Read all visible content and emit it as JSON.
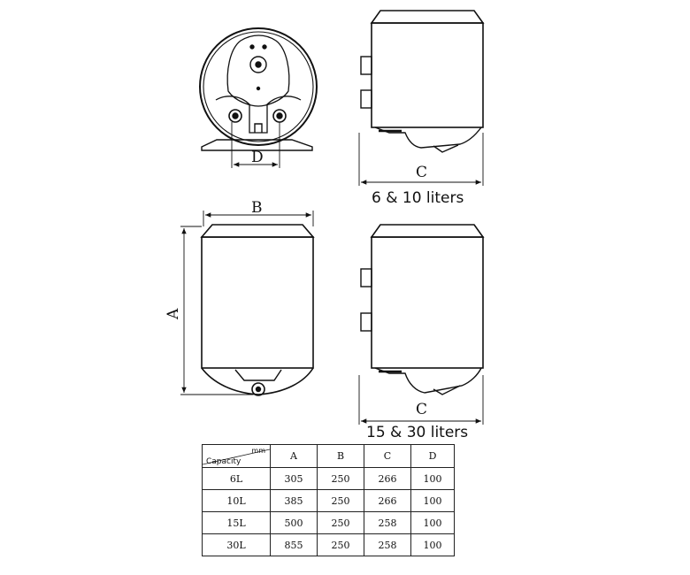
{
  "dimension_labels": {
    "top_view_d": "D",
    "side_top_c": "C",
    "front_b": "B",
    "front_a": "A",
    "side_bottom_c": "C"
  },
  "captions": {
    "small_models": "6 & 10 liters",
    "large_models": "15 & 30 liters"
  },
  "table": {
    "unit": "mm",
    "corner_label": "Capacity",
    "columns": [
      "A",
      "B",
      "C",
      "D"
    ],
    "rows": [
      {
        "capacity": "6L",
        "values": [
          "305",
          "250",
          "266",
          "100"
        ]
      },
      {
        "capacity": "10L",
        "values": [
          "385",
          "250",
          "266",
          "100"
        ]
      },
      {
        "capacity": "15L",
        "values": [
          "500",
          "250",
          "258",
          "100"
        ]
      },
      {
        "capacity": "30L",
        "values": [
          "855",
          "250",
          "258",
          "100"
        ]
      }
    ]
  }
}
